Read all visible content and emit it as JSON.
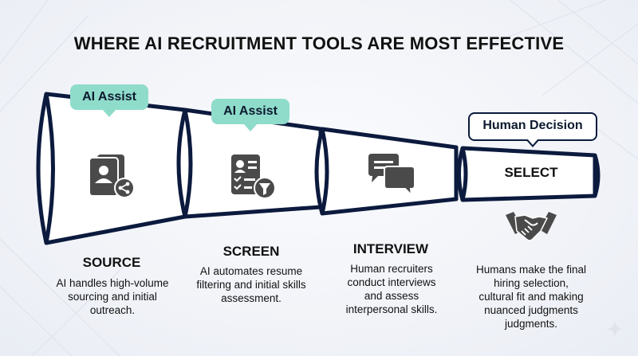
{
  "title": "WHERE AI RECRUITMENT TOOLS ARE MOST EFFECTIVE",
  "stages": [
    {
      "name": "SOURCE",
      "badge": "AI Assist",
      "description": [
        "AI handles high-volume",
        "sourcing and initial",
        "outreach."
      ],
      "icon": "contact-share-icon"
    },
    {
      "name": "SCREEN",
      "badge": "AI Assist",
      "description": [
        "AI automates resume",
        "filtering and initial skills",
        "assessment."
      ],
      "icon": "resume-filter-icon"
    },
    {
      "name": "INTERVIEW",
      "badge": "",
      "description": [
        "Human recruiters",
        "conduct interviews",
        "and assess",
        "interpersonal skills."
      ],
      "icon": "chat-bubbles-icon"
    },
    {
      "name": "SELECT",
      "badge": "Human Decision",
      "description": [
        "Humans make the final",
        "hiring selection,",
        "cultural fit and making",
        "nuanced judgments",
        "judgments."
      ],
      "icon": "handshake-icon"
    }
  ],
  "colors": {
    "outline": "#0b1a3d",
    "ai_badge": "#8fdccb",
    "icon": "#4a4a4a",
    "background": "#f1f3f8"
  }
}
